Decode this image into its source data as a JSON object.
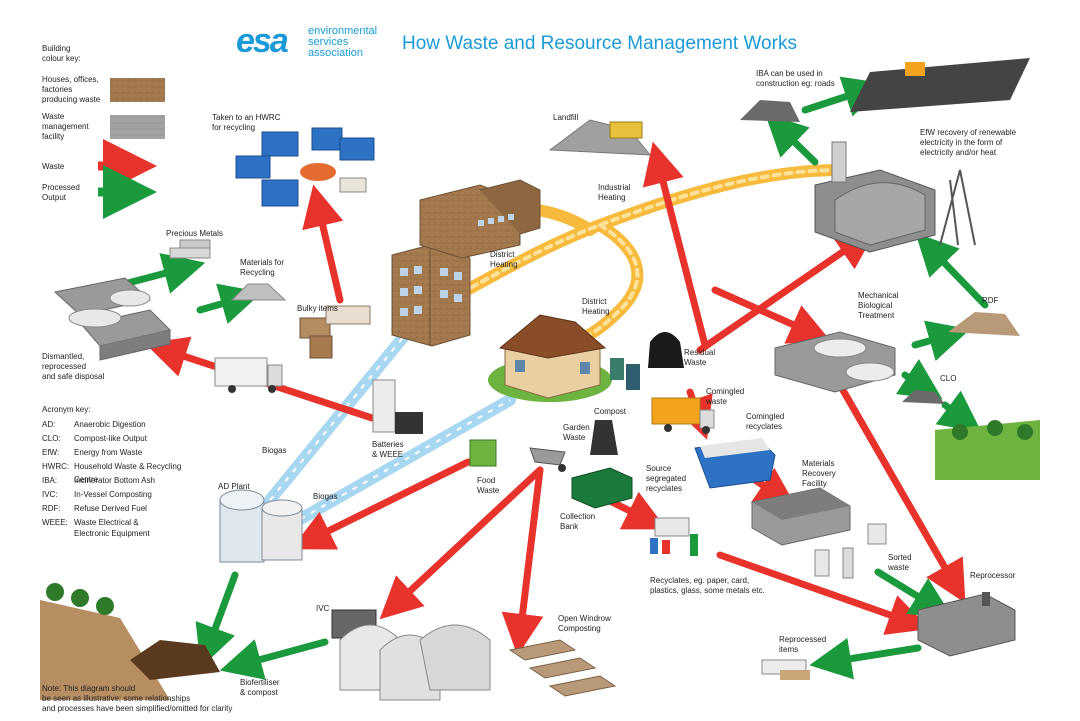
{
  "header": {
    "logo": "esa",
    "org_lines": [
      "environmental",
      "services",
      "association"
    ],
    "title": "How Waste and Resource Management Works"
  },
  "colour_key": {
    "heading": [
      "Building",
      "colour key:"
    ],
    "houses": [
      "Houses, offices,",
      "factories",
      "producing waste"
    ],
    "facility": [
      "Waste",
      "management",
      "facility"
    ],
    "waste": "Waste",
    "processed": [
      "Processed",
      "Output"
    ],
    "colors": {
      "building": "#a57a4f",
      "facility": "#9a9a9a",
      "waste": "#e8322c",
      "processed": "#1a9a3c",
      "heat": "#f7b733"
    }
  },
  "acronyms": {
    "heading": "Acronym key:",
    "items": [
      {
        "k": "AD:",
        "v": "Anaerobic Digestion"
      },
      {
        "k": "CLO:",
        "v": "Compost-like Output"
      },
      {
        "k": "EfW:",
        "v": "Energy from Waste"
      },
      {
        "k": "HWRC:",
        "v": "Household Waste & Recycling Centre"
      },
      {
        "k": "IBA:",
        "v": "Incinerator Bottom Ash"
      },
      {
        "k": "IVC:",
        "v": "In-Vessel Composting"
      },
      {
        "k": "RDF:",
        "v": "Refuse Derived Fuel"
      },
      {
        "k": "WEEE:",
        "v": "Waste Electrical &"
      },
      {
        "k": "",
        "v": "Electronic Equipment"
      }
    ]
  },
  "labels": {
    "hwrc": [
      "Taken to an HWRC",
      "for recycling"
    ],
    "precious": "Precious Metals",
    "materials": [
      "Materials for",
      "Recycling"
    ],
    "dismantled": [
      "Dismantled,",
      "reprocessed",
      "and safe disposal"
    ],
    "bulky": "Bulky items",
    "landfill": "Landfill",
    "industrial": [
      "Industrial",
      "Heating"
    ],
    "district1": [
      "District",
      "Heating"
    ],
    "district2": [
      "District",
      "Heating"
    ],
    "iba": [
      "IBA can be used in",
      "construction eg: roads"
    ],
    "efw": [
      "EfW recovery of renewable",
      "electricity in the form of",
      "electricity and/or heat"
    ],
    "residual": [
      "Residual",
      "Waste"
    ],
    "mbt": [
      "Mechanical",
      "Biological",
      "Treatment"
    ],
    "rdf": "RDF",
    "clo": "CLO",
    "comingled_waste": [
      "Comingled",
      "waste"
    ],
    "comingled_recyclates": [
      "Comingled",
      "recyclates"
    ],
    "compost": "Compost",
    "garden": [
      "Garden",
      "Waste"
    ],
    "mrf": [
      "Materials",
      "Recovery",
      "Facility"
    ],
    "biogas1": "Biogas",
    "biogas2": "Biogas",
    "batteries": [
      "Batteries",
      "& WEEE"
    ],
    "adplant": "AD Plant",
    "food": [
      "Food",
      "Waste"
    ],
    "source": [
      "Source",
      "segregated",
      "recyclates"
    ],
    "bank": [
      "Collection",
      "Bank"
    ],
    "sorted": [
      "Sorted",
      "waste"
    ],
    "recyclates": [
      "Recyclates, eg. paper, card,",
      "plastics, glass, some metals etc."
    ],
    "reprocessor": "Reprocessor",
    "reprocessed": [
      "Reprocessed",
      "items"
    ],
    "ivc": "IVC",
    "windrow": [
      "Open Windrow",
      "Composting"
    ],
    "biofert": [
      "Biofertiliser",
      "& compost"
    ],
    "note": [
      "Note: This diagram should",
      "be seen as illustrative; some relationships",
      "and processes have been simplified/omitted for clarity"
    ]
  }
}
